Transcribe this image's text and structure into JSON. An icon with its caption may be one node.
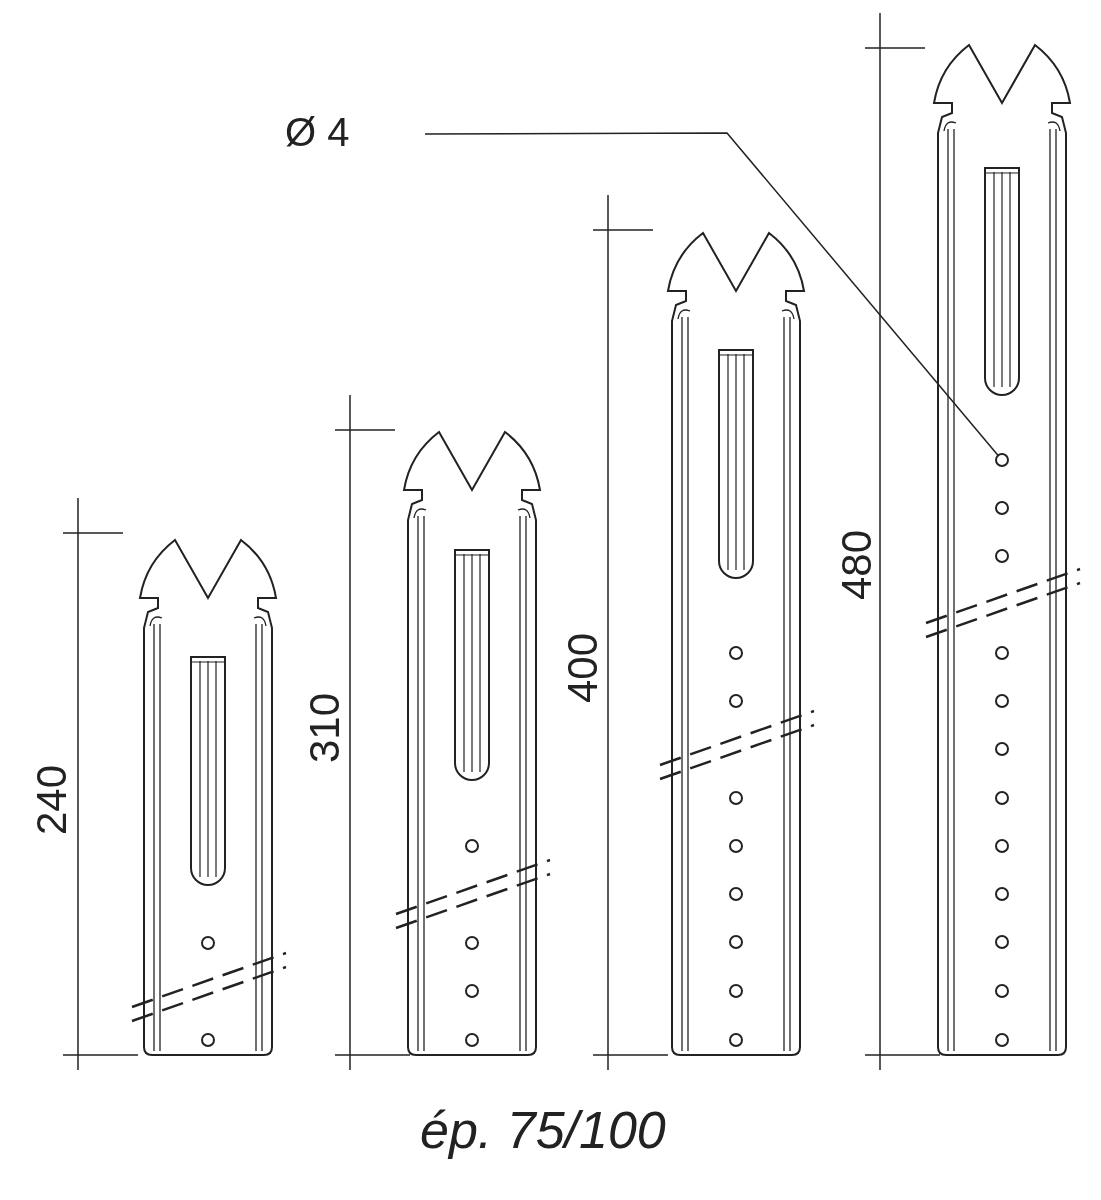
{
  "diagram": {
    "nodes": [
      {
        "text": [
          "Ø 4"
        ]
      },
      {
        "text": [],
        "shape": "circle"
      }
    ],
    "edges": [
      {
        "from": 0,
        "to": 1,
        "arrow": "none"
      }
    ],
    "labels": [
      "240",
      "310",
      "400",
      "480",
      "ép. 75/100"
    ]
  }
}
